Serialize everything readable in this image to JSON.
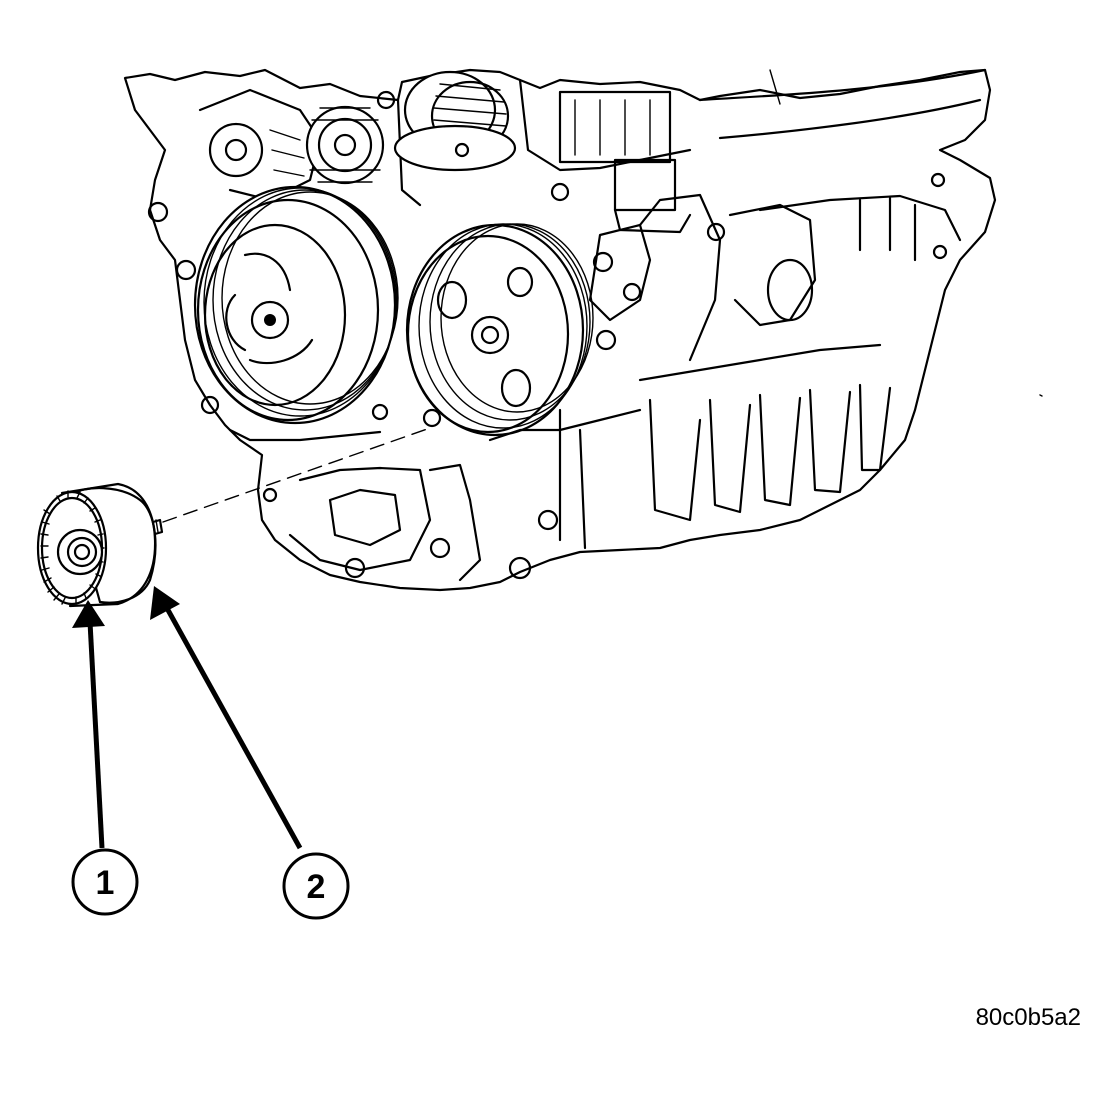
{
  "callouts": [
    {
      "id": "1",
      "label": "1"
    },
    {
      "id": "2",
      "label": "2"
    }
  ],
  "reference_code": "80c0b5a2",
  "colors": {
    "line": "#000000",
    "background": "#ffffff"
  }
}
